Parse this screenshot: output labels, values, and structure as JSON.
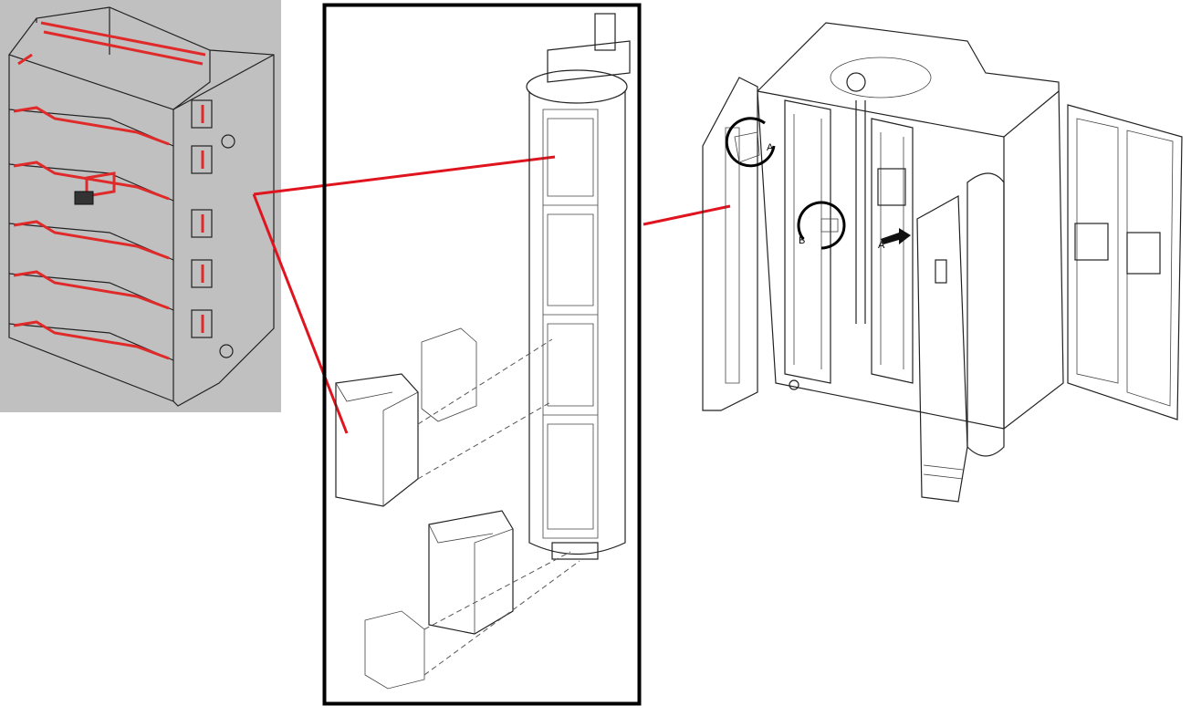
{
  "callouts": {
    "label_a_top": "A",
    "label_b": "B",
    "label_a_arrow": "A"
  },
  "colors": {
    "highlight": "#e0141e",
    "left_panel_bg": "#c0c0c0",
    "frame": "#000000"
  }
}
